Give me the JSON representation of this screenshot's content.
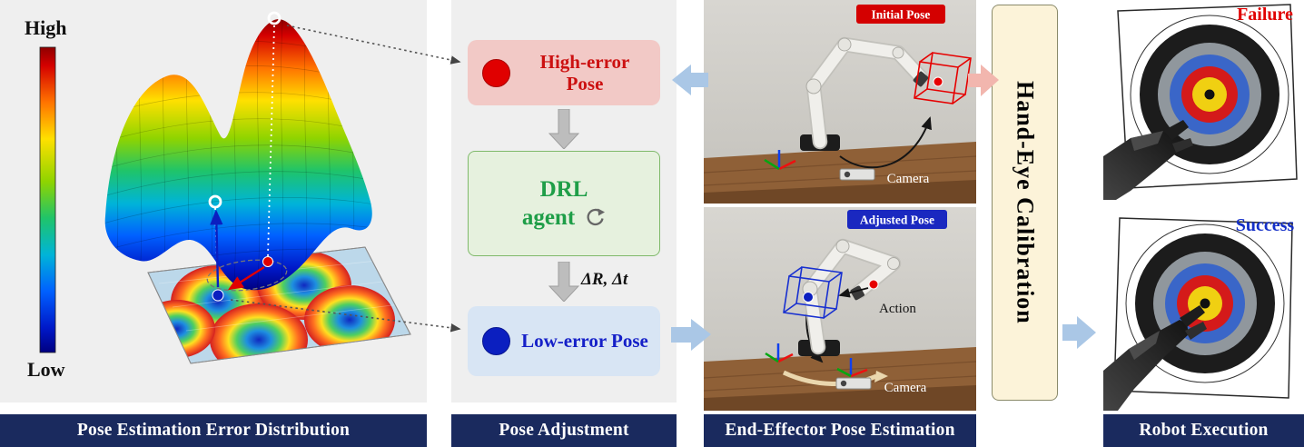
{
  "colors": {
    "navy": "#1a2a5e",
    "panel-gray": "#efefef",
    "red": "#d40000",
    "blue": "#1526c8",
    "green": "#1f9e48",
    "pink-box": "#f2c9c6",
    "green-box": "#e6f1de",
    "blue-box": "#d8e5f4",
    "yellow-box": "#fcf3d9",
    "arrow-blue": "#aac7e6",
    "arrow-pink": "#f2b6ae",
    "arrow-gray": "#bdbdbd"
  },
  "error_distribution": {
    "caption": "Pose Estimation Error Distribution",
    "high": "High",
    "low": "Low"
  },
  "pose_adjustment": {
    "caption": "Pose Adjustment",
    "high_error": "High-error Pose",
    "drl_line1": "DRL",
    "drl_line2": "agent",
    "delta": "ΔR, Δt",
    "low_error": "Low-error Pose"
  },
  "pose_estimation": {
    "caption": "End-Effector Pose Estimation",
    "initial": "Initial Pose",
    "adjusted": "Adjusted Pose",
    "camera_top": "Camera",
    "camera_bottom": "Camera",
    "action": "Action"
  },
  "calibration": {
    "label": "Hand-Eye Calibration"
  },
  "robot_execution": {
    "caption": "Robot Execution",
    "failure": "Failure",
    "success": "Success"
  }
}
